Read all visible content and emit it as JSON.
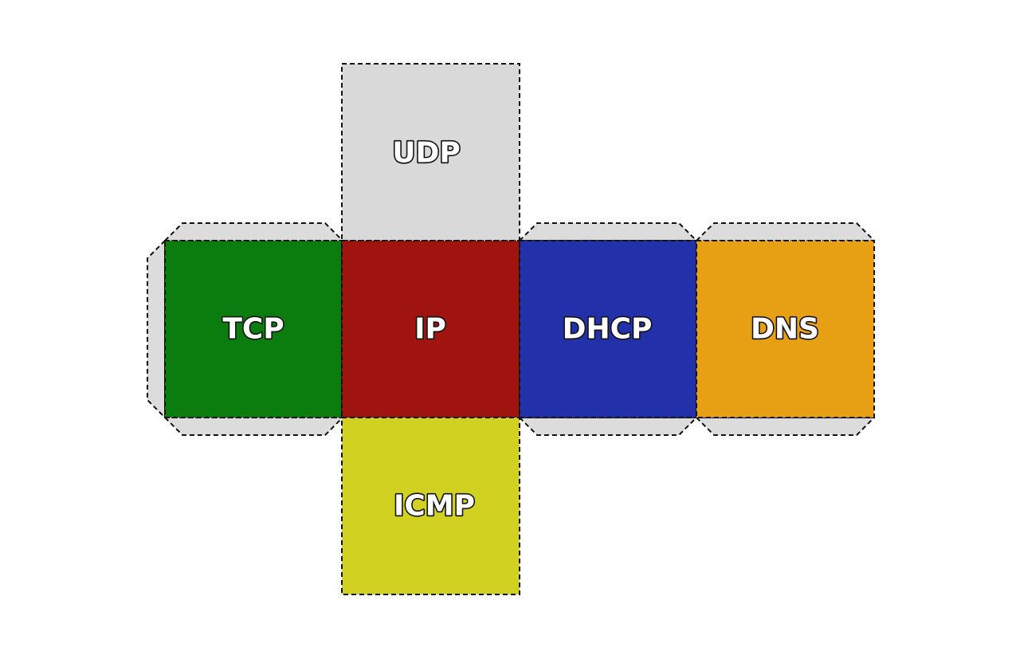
{
  "net": {
    "faces": [
      {
        "key": "udp",
        "label": "UDP",
        "color": "#d9d9d9"
      },
      {
        "key": "tcp",
        "label": "TCP",
        "color": "#0b7d0e"
      },
      {
        "key": "ip",
        "label": "IP",
        "color": "#9f140f"
      },
      {
        "key": "dhcp",
        "label": "DHCP",
        "color": "#2230aa"
      },
      {
        "key": "dns",
        "label": "DNS",
        "color": "#e79f14"
      },
      {
        "key": "icmp",
        "label": "ICMP",
        "color": "#d0d121"
      }
    ],
    "tab_color": "#dcdcdc",
    "cut_line_color": "#111111"
  }
}
